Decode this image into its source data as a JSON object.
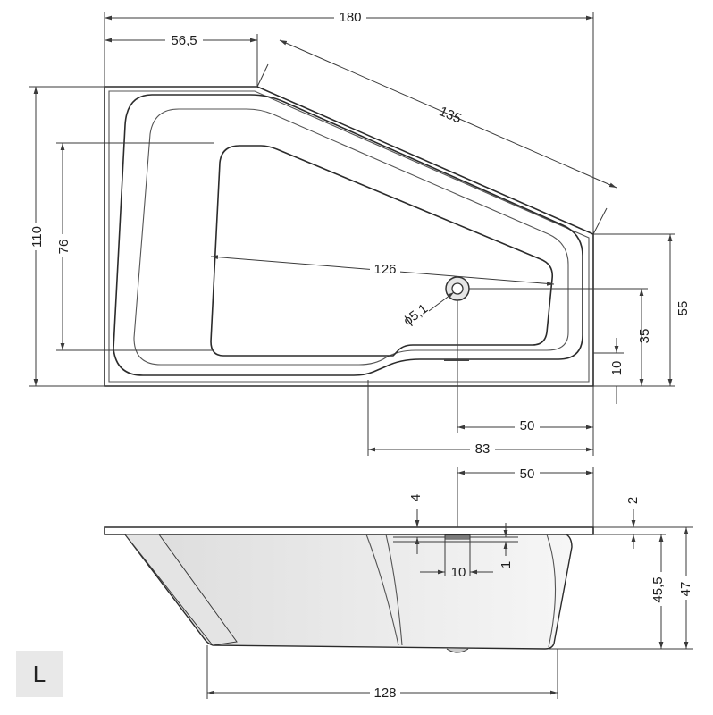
{
  "top_view": {
    "overall_width": "180",
    "left_segment_width": "56,5",
    "diagonal_length": "135",
    "overall_depth": "110",
    "inner_depth": "76",
    "inner_length": "126",
    "drain_diameter": "ϕ5,1",
    "right_end_depth": "55",
    "drain_offset_y": "35",
    "ledge_height": "10",
    "drain_offset_x": "50",
    "step_offset_x": "83"
  },
  "side_view": {
    "drain_offset_x": "50",
    "rim_drop_left": "4",
    "rim_drop_right": "2",
    "drain_width": "10",
    "drain_step": "1",
    "inner_height": "45,5",
    "overall_height": "47",
    "bottom_length": "128"
  },
  "orientation_label": "L"
}
